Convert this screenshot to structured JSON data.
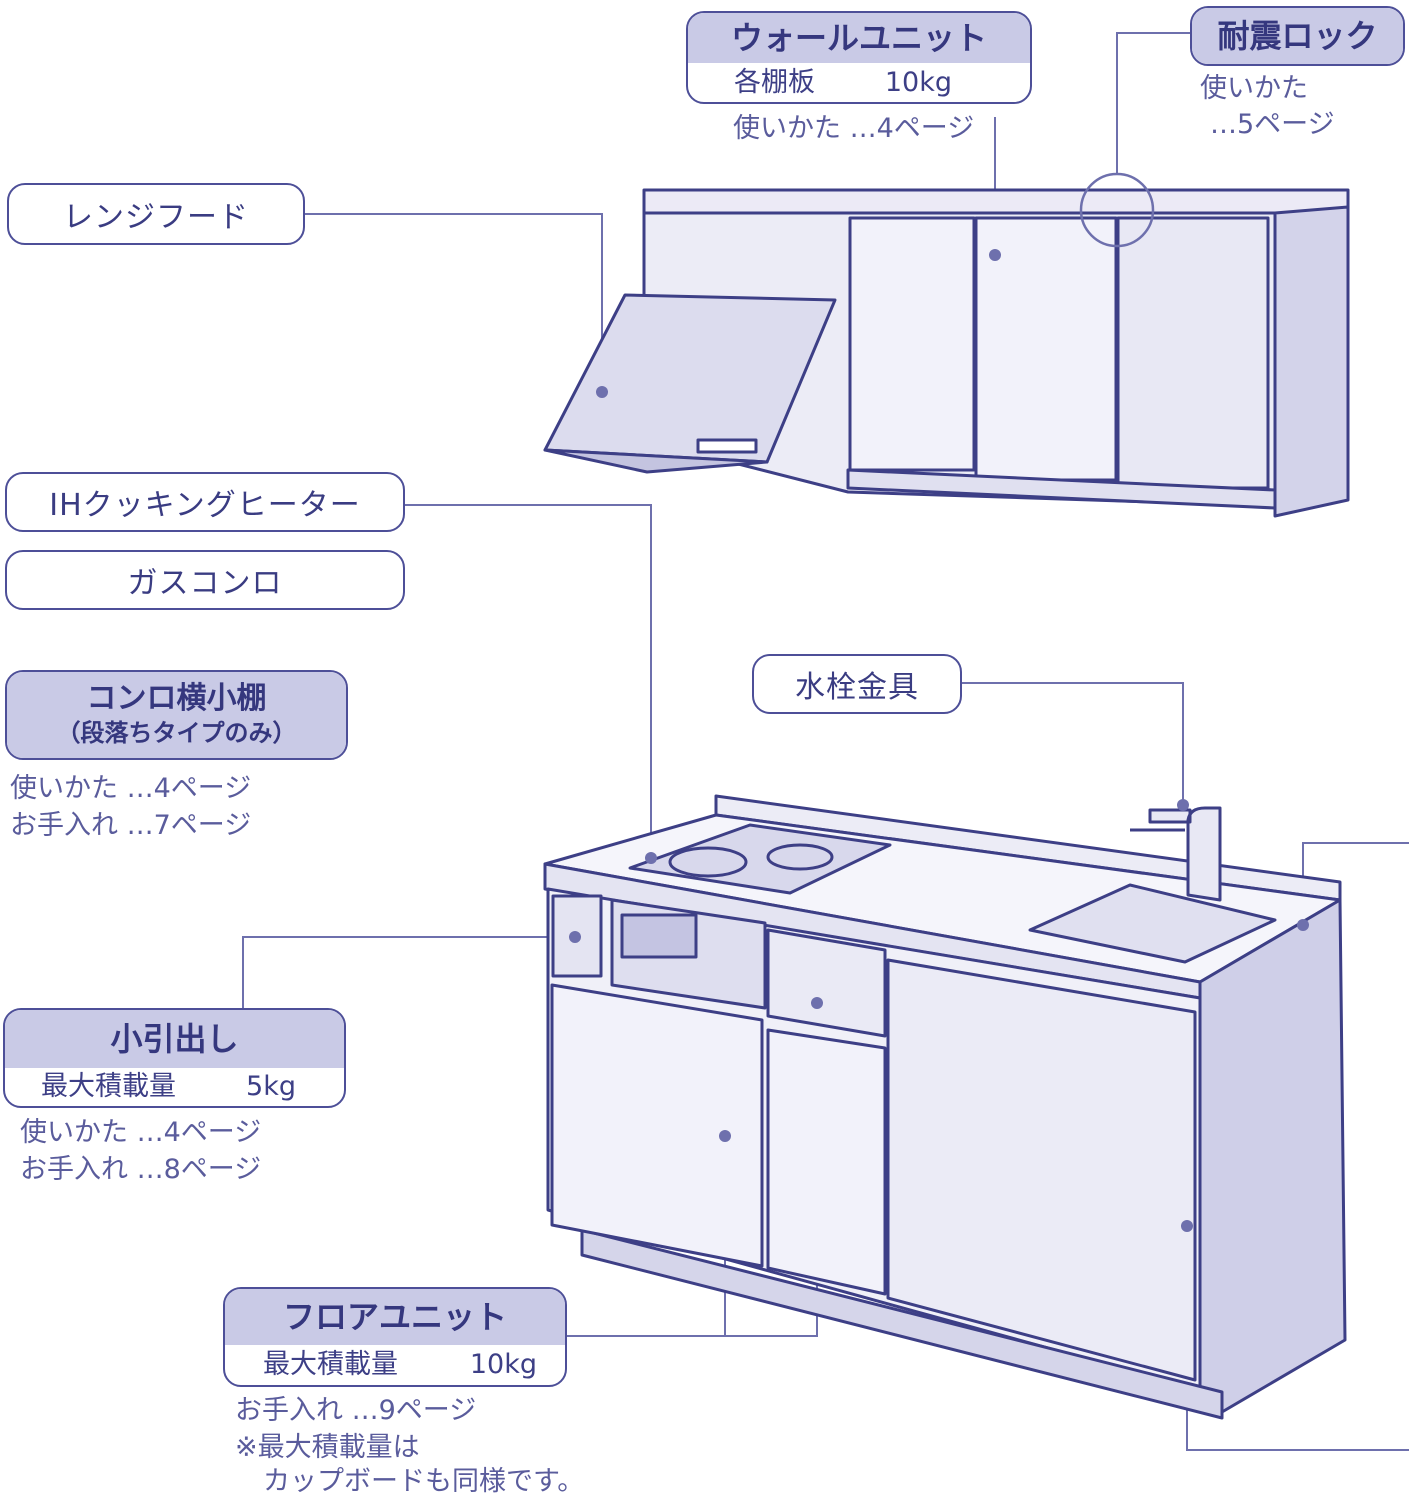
{
  "labels": {
    "wall_unit": {
      "title": "ウォールユニット",
      "spec_label": "各棚板",
      "spec_value": "10kg",
      "note": "使いかた …4ページ"
    },
    "quake_lock": {
      "title": "耐震ロック",
      "note1": "使いかた",
      "note2": "…5ページ"
    },
    "range_hood": {
      "title": "レンジフード"
    },
    "ih_heater": {
      "title": "IHクッキングヒーター"
    },
    "gas_stove": {
      "title": "ガスコンロ"
    },
    "side_shelf": {
      "title": "コンロ横小棚",
      "subtitle": "（段落ちタイプのみ）",
      "note1": "使いかた …4ページ",
      "note2": "お手入れ …7ページ"
    },
    "faucet": {
      "title": "水栓金具"
    },
    "small_drawer": {
      "title": "小引出し",
      "spec_label": "最大積載量",
      "spec_value": "5kg",
      "note1": "使いかた …4ページ",
      "note2": "お手入れ …8ページ"
    },
    "floor_unit": {
      "title": "フロアユニット",
      "spec_label": "最大積載量",
      "spec_value": "10kg",
      "note1": "お手入れ …9ページ",
      "note2": "※最大積載量は",
      "note3": "カップボードも同様です。"
    }
  },
  "colors": {
    "line": "#3d3f86",
    "fill": "#e3e3f3",
    "shade": "#c9cae6",
    "dark": "#2e3078"
  }
}
